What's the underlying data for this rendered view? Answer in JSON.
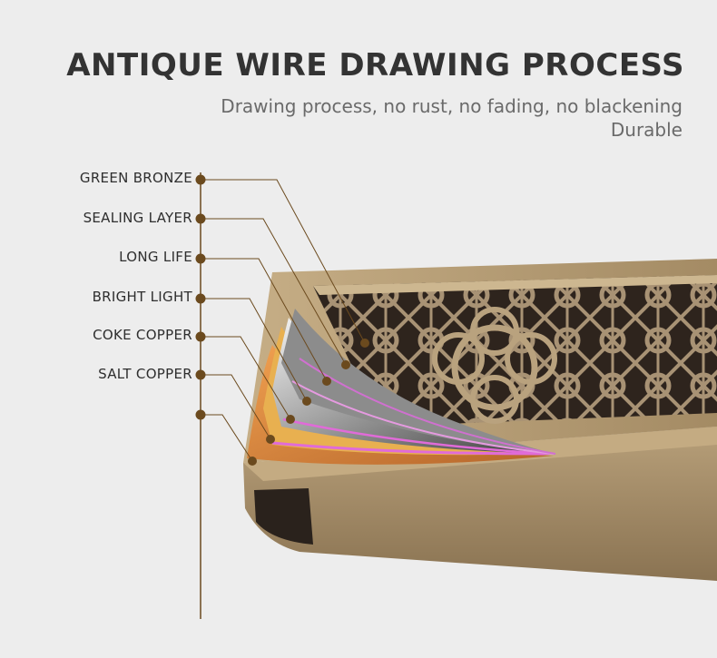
{
  "heading": {
    "title": "ANTIQUE WIRE DRAWING PROCESS",
    "subtitle_line1": "Drawing process, no rust, no fading, no blackening",
    "subtitle_line2": "Durable"
  },
  "layers": [
    {
      "label": "GREEN BRONZE"
    },
    {
      "label": "SEALING LAYER"
    },
    {
      "label": "LONG LIFE"
    },
    {
      "label": "BRIGHT LIGHT"
    },
    {
      "label": "COKE COPPER"
    },
    {
      "label": "SALT COPPER"
    }
  ],
  "colors": {
    "background": "#ededed",
    "title": "#333333",
    "subtitle": "#6a6a6a",
    "leader": "#6b4a1e",
    "dot": "#6b4a1e",
    "bronze": "#a8906a",
    "grate_dark": "#3a2e25",
    "copper": "#d98a3c",
    "highlight": "#e06bd8"
  }
}
